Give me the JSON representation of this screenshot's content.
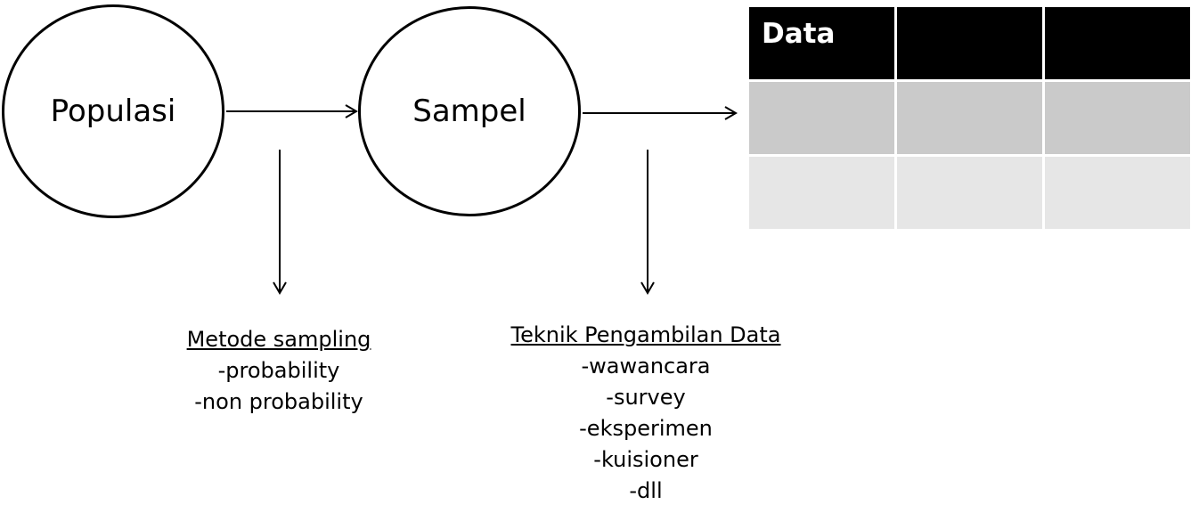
{
  "nodes": {
    "populasi": "Populasi",
    "sampel": "Sampel"
  },
  "table": {
    "header": [
      "Data",
      "",
      ""
    ],
    "rows": [
      [
        "",
        "",
        ""
      ],
      [
        "",
        "",
        ""
      ]
    ],
    "colors": {
      "header_bg": "#000000",
      "header_text": "#ffffff",
      "row1_bg": "#cacaca",
      "row2_bg": "#e6e6e6"
    }
  },
  "metode": {
    "title": "Metode sampling",
    "items": [
      "-probability",
      "-non probability"
    ]
  },
  "teknik": {
    "title": "Teknik Pengambilan Data",
    "items": [
      "-wawancara",
      "-survey",
      "-eksperimen",
      "-kuisioner",
      "-dll"
    ]
  }
}
